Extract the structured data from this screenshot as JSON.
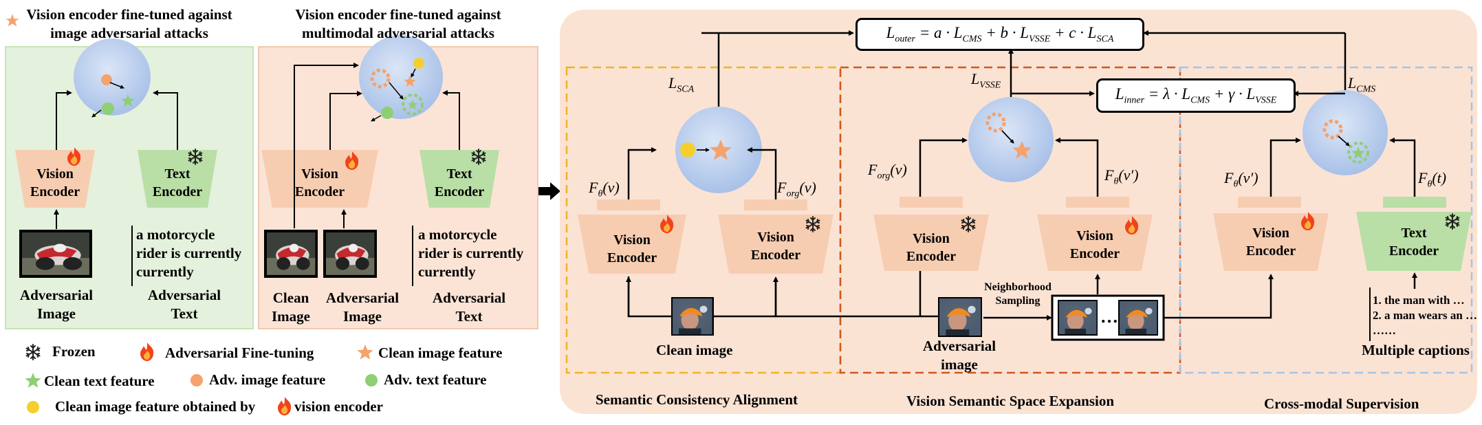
{
  "titles": {
    "left1": [
      "Vision encoder fine-tuned against",
      "image adversarial attacks"
    ],
    "left2": [
      "Vision encoder fine-tuned against",
      "multimodal adversarial attacks"
    ]
  },
  "encoders": {
    "vision": [
      "Vision",
      "Encoder"
    ],
    "text": [
      "Text",
      "Encoder"
    ]
  },
  "panel1": {
    "text_lines": [
      "a motorcycle",
      "rider is currently",
      "currently"
    ],
    "image_label": [
      "Adversarial",
      "Image"
    ],
    "text_label": [
      "Adversarial",
      "Text"
    ]
  },
  "panel2": {
    "text_lines": [
      "a motorcycle",
      "rider is currently",
      "currently"
    ],
    "clean_label": [
      "Clean",
      "Image"
    ],
    "adv_label": [
      "Adversarial",
      "Image"
    ],
    "text_label": [
      "Adversarial",
      "Text"
    ]
  },
  "legend": {
    "frozen": "Frozen",
    "adv_ft": "Adversarial Fine-tuning",
    "clean_img": "Clean image feature",
    "clean_txt": "Clean text feature",
    "adv_img": "Adv. image feature",
    "adv_txt": "Adv. text feature",
    "clean_by_pre": "Clean image feature obtained by",
    "clean_by_post": "vision encoder"
  },
  "formulas": {
    "outer": "L_outer = a · L_CMS + b · L_VSSE + c · L_SCA",
    "inner": "L_inner = λ · L_CMS + γ · L_VSSE",
    "L_SCA": "L_SCA",
    "L_VSSE": "L_VSSE",
    "L_CMS": "L_CMS",
    "F_theta_v": "F_θ(v)",
    "F_org_v": "F_org(v)",
    "F_theta_vp": "F_θ(v′)",
    "F_theta_t": "F_θ(t)"
  },
  "right": {
    "clean_image": "Clean image",
    "adv_image": [
      "Adversarial",
      "image"
    ],
    "neighborhood": [
      "Neighborhood",
      "Sampling"
    ],
    "ellipsis": "…",
    "captions": [
      "1. the man with  …",
      "2. a man wears an …",
      "……"
    ],
    "multiple_captions": "Multiple captions"
  },
  "sections": {
    "sca": "Semantic Consistency Alignment",
    "vsse": "Vision Semantic Space Expansion",
    "cms": "Cross-modal Supervision"
  },
  "colors": {
    "peach": "#f7cdb1",
    "green": "#b9dfa6",
    "panel_green": "#e4f1dd",
    "panel_peach": "#fbe4d6",
    "right_bg": "#fbe3d4",
    "sphere": "#b7cdec",
    "orange": "#f5a26d",
    "yellow": "#f6cf2c",
    "green_dot": "#8fcf73"
  }
}
